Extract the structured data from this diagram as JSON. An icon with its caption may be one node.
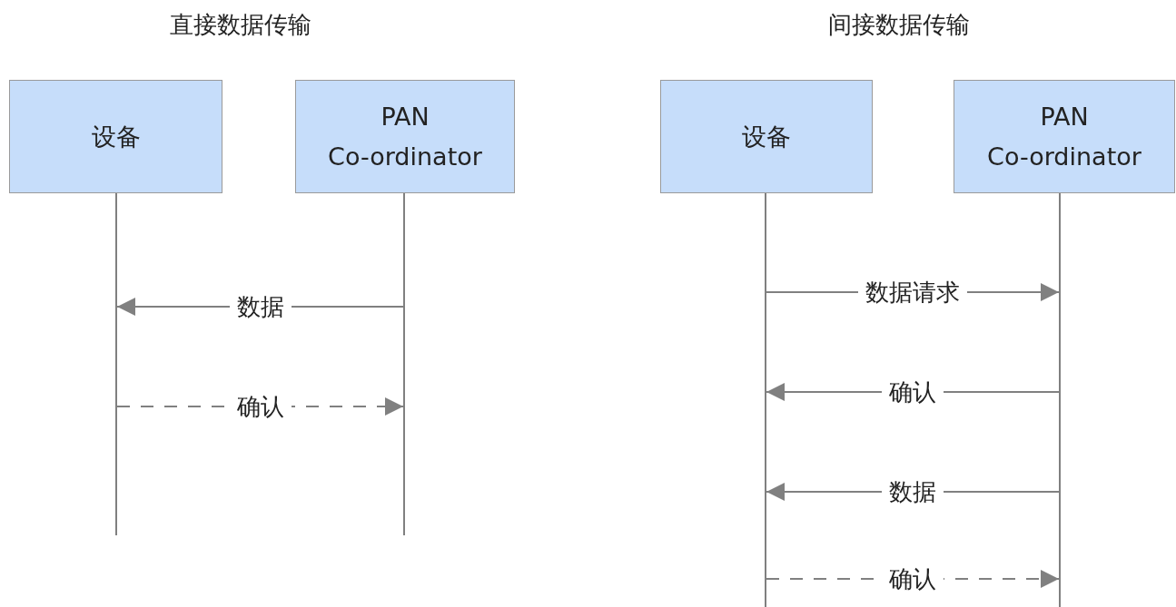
{
  "diagram": {
    "nodes": [
      {
        "text": [
          "设备"
        ]
      },
      {
        "text": [
          "PAN Co-ordinator"
        ]
      },
      {
        "text": [
          "设备"
        ]
      },
      {
        "text": [
          "PAN Co-ordinator"
        ]
      },
      {
        "text": [],
        "shape": "bar"
      },
      {
        "text": [],
        "shape": "bar"
      },
      {
        "text": [],
        "shape": "bar"
      },
      {
        "text": [],
        "shape": "bar"
      }
    ],
    "edges": [
      {
        "from": 5,
        "to": 4,
        "arrow": "to",
        "label": "数据"
      },
      {
        "from": 4,
        "to": 5,
        "arrow": "to",
        "label": "确认",
        "style": "dashed"
      },
      {
        "from": 6,
        "to": 7,
        "arrow": "to",
        "label": "数据请求"
      },
      {
        "from": 7,
        "to": 6,
        "arrow": "to",
        "label": "确认"
      },
      {
        "from": 7,
        "to": 6,
        "arrow": "to",
        "label": "数据"
      },
      {
        "from": 6,
        "to": 7,
        "arrow": "to",
        "label": "确认",
        "style": "dashed"
      }
    ],
    "labels": [
      "直接数据传输",
      "间接数据传输"
    ]
  }
}
